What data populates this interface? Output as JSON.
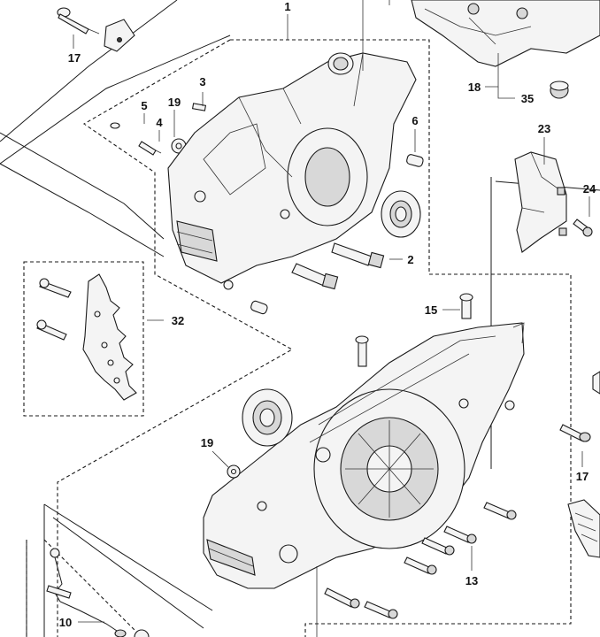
{
  "callouts": [
    {
      "id": "c-1",
      "text": "1"
    },
    {
      "id": "c-2",
      "text": "2"
    },
    {
      "id": "c-3",
      "text": "3"
    },
    {
      "id": "c-4",
      "text": "4"
    },
    {
      "id": "c-5",
      "text": "5"
    },
    {
      "id": "c-6",
      "text": "6"
    },
    {
      "id": "c-10",
      "text": "10"
    },
    {
      "id": "c-13",
      "text": "13"
    },
    {
      "id": "c-15",
      "text": "15"
    },
    {
      "id": "c-17a",
      "text": "17"
    },
    {
      "id": "c-17b",
      "text": "17"
    },
    {
      "id": "c-18",
      "text": "18"
    },
    {
      "id": "c-19a",
      "text": "19"
    },
    {
      "id": "c-19b",
      "text": "19"
    },
    {
      "id": "c-23",
      "text": "23"
    },
    {
      "id": "c-24",
      "text": "24"
    },
    {
      "id": "c-32",
      "text": "32"
    },
    {
      "id": "c-35",
      "text": "35"
    }
  ]
}
